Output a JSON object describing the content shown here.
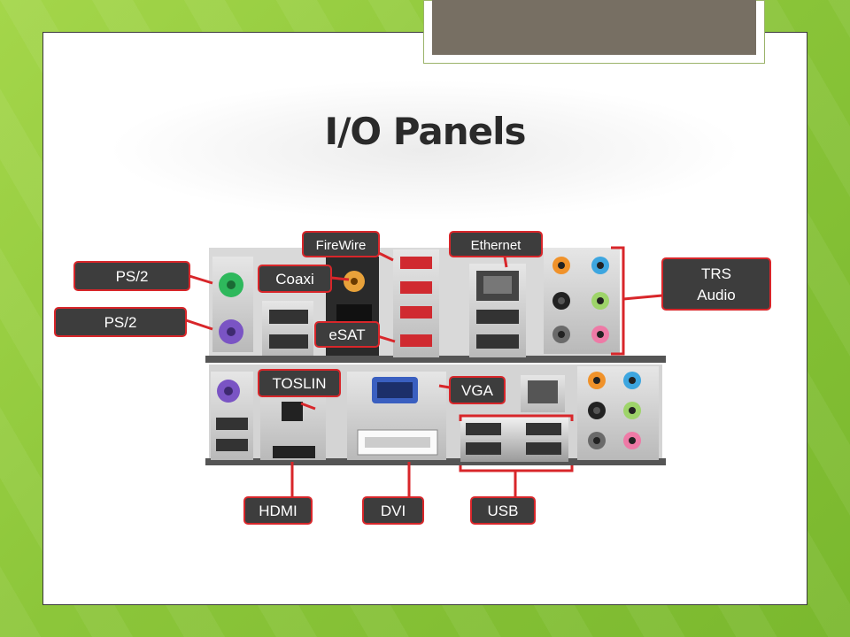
{
  "slide": {
    "title": "I/O Panels"
  },
  "labels": {
    "ps2_top": "PS/2",
    "ps2_bottom": "PS/2",
    "coaxi": "Coaxi",
    "firewire": "FireWire",
    "esat": "eSAT",
    "ethernet": "Ethernet",
    "trs_line1": "TRS",
    "trs_line2": "Audio",
    "toslin": "TOSLIN",
    "vga": "VGA",
    "hdmi": "HDMI",
    "dvi": "DVI",
    "usb": "USB"
  },
  "colors": {
    "label_bg": "#3d3d3d",
    "callout_red": "#d8262a",
    "ps2_green": "#2eb85c",
    "ps2_purple": "#7a54c4",
    "audio_orange": "#f0922a",
    "audio_blue": "#3da6e0",
    "audio_green": "#9ed46a",
    "audio_pink": "#ee7aa6",
    "audio_black": "#222222",
    "audio_gray": "#6a6a6a",
    "vga_blue": "#3a5fc0"
  }
}
